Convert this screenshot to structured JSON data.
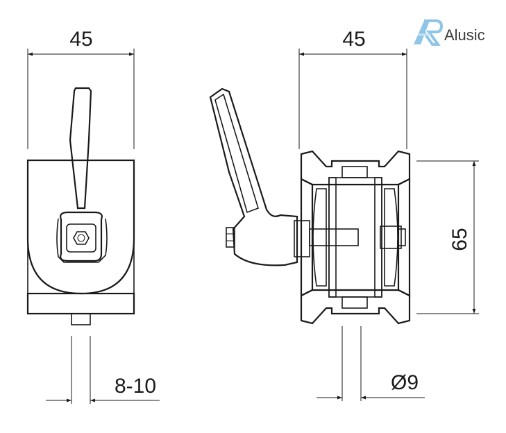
{
  "logo": {
    "brand": "Alusic",
    "primary_color": "#8fc5e6",
    "secondary_color": "#c9e4f4"
  },
  "dimensions": {
    "front_width": "45",
    "side_width": "45",
    "side_height": "65",
    "slot_range": "8-10",
    "pin_diameter": "Ø9"
  },
  "colors": {
    "line": "#1a1a1a",
    "background": "#ffffff"
  }
}
